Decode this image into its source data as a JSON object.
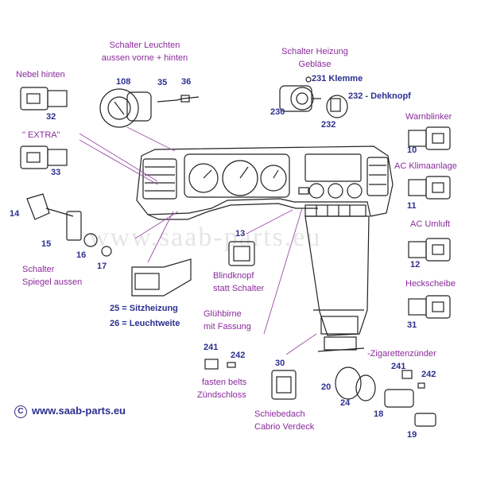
{
  "colors": {
    "label": "#8b2a9c",
    "number": "#2b2f8f",
    "line": "#222222",
    "leader": "#a04aa8"
  },
  "watermark": "www.saab-parts.eu",
  "copyright": {
    "symbol": "C",
    "site": "www.saab-parts.eu"
  },
  "labels": {
    "schalter_leuchten": [
      "Schalter Leuchten",
      "aussen vorne + hinten"
    ],
    "schalter_heizung": [
      "Schalter Heizung",
      "Gebläse"
    ],
    "nebel_hinten": "Nebel hinten",
    "extra": "\" EXTRA\"",
    "warnblinker": "Warnblinker",
    "ac_klima": "AC Klimaanlage",
    "ac_umluft": "AC Umluft",
    "heckscheibe": "Heckscheibe",
    "schalter_spiegel": [
      "Schalter",
      "Spiegel aussen"
    ],
    "blindknopf": [
      "Blindknopf",
      "statt Schalter"
    ],
    "gluehbirne": [
      "Glühbirne",
      "mit Fassung"
    ],
    "fasten_belts": [
      "fasten belts",
      "Zündschloss"
    ],
    "zigarette": "-Zigarettenzünder",
    "schiebedach": [
      "Schiebedach",
      "Cabrio Verdeck"
    ],
    "sitzheizung": "25 = Sitzheizung",
    "leuchtweite": "26 = Leuchtweite",
    "klemme": "231 Klemme",
    "dehnknopf": "232 - Dehknopf"
  },
  "numbers": {
    "n108": "108",
    "n35": "35",
    "n36": "36",
    "n230": "230",
    "n232": "232",
    "n32": "32",
    "n33": "33",
    "n10": "10",
    "n11": "11",
    "n12": "12",
    "n31": "31",
    "n14": "14",
    "n15": "15",
    "n16": "16",
    "n17": "17",
    "n13": "13",
    "n241a": "241",
    "n242a": "242",
    "n30": "30",
    "n20": "20",
    "n24": "24",
    "n18": "18",
    "n19": "19",
    "n241b": "241",
    "n242b": "242"
  }
}
